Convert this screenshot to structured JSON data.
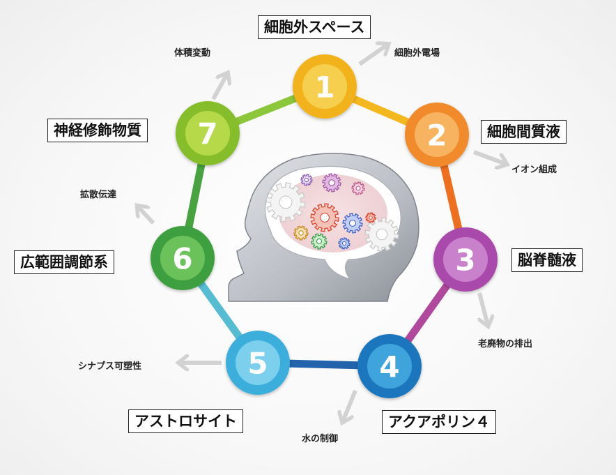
{
  "nodes": [
    {
      "number": "1",
      "label": "細胞外スペース",
      "effect": "細胞外電場",
      "color": "#f2b21c",
      "ring": "#f7cf4f"
    },
    {
      "number": "2",
      "label": "細胞間質液",
      "effect": "イオン組成",
      "color": "#f08a2a",
      "ring": "#f8b361"
    },
    {
      "number": "3",
      "label": "脳脊髄液",
      "effect": "老廃物の排出",
      "color": "#a84aab",
      "ring": "#c981cb"
    },
    {
      "number": "4",
      "label": "アクアポリン４",
      "effect": "水の制御",
      "color": "#1a76bd",
      "ring": "#3fa3dc"
    },
    {
      "number": "5",
      "label": "アストロサイト",
      "effect": "シナプス可塑性",
      "color": "#3aaedb",
      "ring": "#7cd0ee"
    },
    {
      "number": "6",
      "label": "広範囲調節系",
      "effect": "拡散伝達",
      "color": "#3e9f3f",
      "ring": "#6cc25a"
    },
    {
      "number": "7",
      "label": "神経修飾物質",
      "effect": "体積変動",
      "color": "#86bd2a",
      "ring": "#b6d94a"
    }
  ],
  "connector_colors": [
    "#f4b81f",
    "#ee6f1d",
    "#b0499c",
    "#2363ac",
    "#56bcd2",
    "#47a23f",
    "#8cc63a"
  ],
  "arrow_color": "#d2d2d2"
}
